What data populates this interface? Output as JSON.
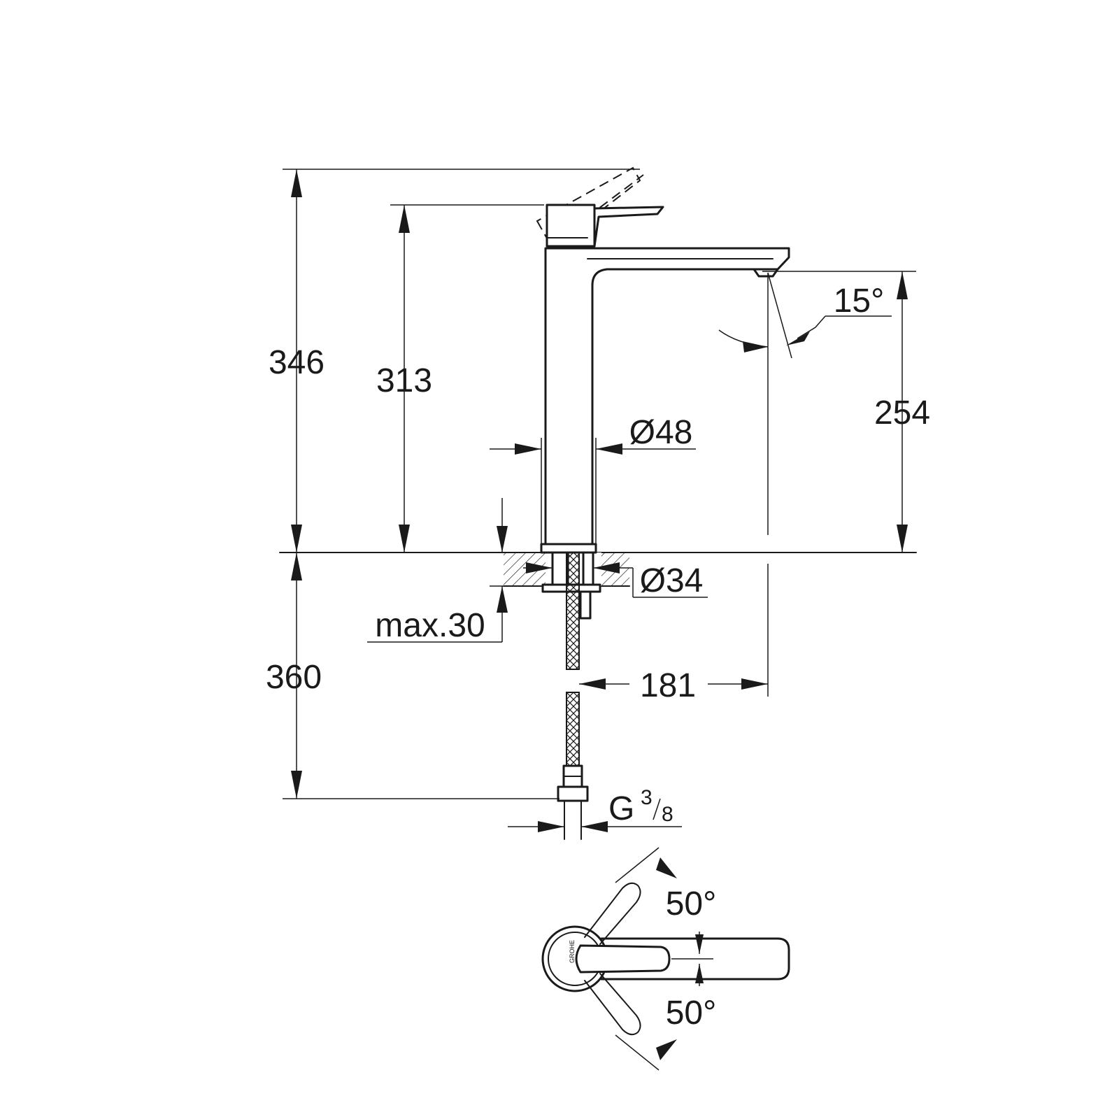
{
  "dimensions": {
    "total_height": "346",
    "handle_height": "313",
    "spout_height": "254",
    "spout_angle": "15°",
    "body_diameter": "Ø48",
    "hole_diameter": "Ø34",
    "max_deck_thickness": "max.30",
    "hose_length": "360",
    "spout_reach": "181",
    "connection_prefix": "G",
    "connection_numerator": "3",
    "connection_denominator": "8",
    "handle_angle_up": "50°",
    "handle_angle_down": "50°"
  },
  "logo_text": "GROHE"
}
